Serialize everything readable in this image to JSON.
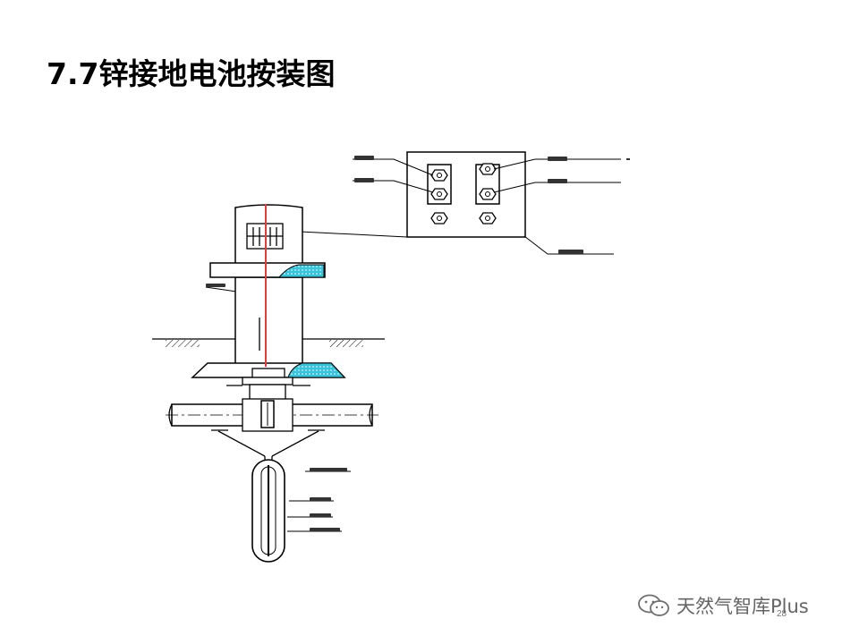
{
  "slide": {
    "title": "7.7锌接地电池按装图",
    "page_number": "28"
  },
  "watermark": {
    "text": "天然气智库Plus",
    "icon": "wechat-icon"
  },
  "colors": {
    "outline": "#000000",
    "red_line": "#e33b3b",
    "cyan_fill": "#39c4dc"
  }
}
